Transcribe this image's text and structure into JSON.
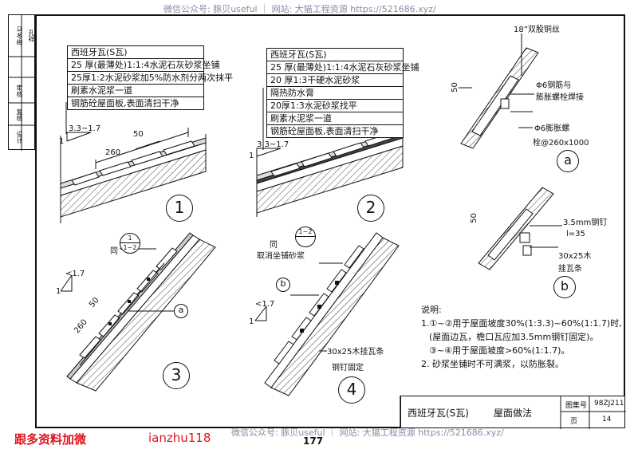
{
  "watermark_top": "微信公众号: 豚贝useful ｜ 网站: 大猫工程资源 https://521686.xyz/",
  "watermark_bottom": "微信公众号: 豚贝useful ｜ 网站: 大猫工程资源 https://521686.xyz/",
  "left_strip": [
    "马冬梅",
    "孔祥",
    "审核",
    "复核",
    "设计"
  ],
  "detail1": {
    "legend": [
      "西班牙瓦(S瓦)",
      "25 厚(最薄处)1:1:4水泥石灰砂浆坐铺",
      "25厚1:2水泥砂浆加5%防水剂分两次抹平",
      "刷素水泥浆一道",
      "钢筋砼屋面板,表面清扫干净"
    ],
    "slope": "3.3~1.7",
    "one": "1",
    "dim_a": "260",
    "dim_b": "50",
    "number": "1"
  },
  "detail2": {
    "legend": [
      "西班牙瓦(S瓦)",
      "25 厚(最薄处)1:1:4水泥石灰砂浆坐铺",
      "20 厚1:3干硬水泥砂浆",
      "隔热防水膏",
      "20厚1:3水泥砂浆找平",
      "刷素水泥浆一道",
      "钢筋砼屋面板,表面清扫干净"
    ],
    "slope": "3.3~1.7",
    "one": "1",
    "number": "2"
  },
  "detail3": {
    "same_label": "同",
    "ref_top": "1",
    "ref_bot": "1~2",
    "slope": "<1.7",
    "one": "1",
    "dim_a": "50",
    "dim_b": "260",
    "tag": "a",
    "number": "3"
  },
  "detail4": {
    "same_label": "同",
    "ref_top": "1~2",
    "ref_bot": "",
    "cancel": "取消坐铺砂浆",
    "tag": "b",
    "slope": "<1.7",
    "one": "1",
    "batten": "30x25木挂瓦条",
    "nail": "钢钉固定",
    "number": "4"
  },
  "detail_a": {
    "wire": "18”双股铜丝",
    "rebar1": "Φ6钢筋与",
    "rebar2": "膨胀螺栓焊接",
    "bolt": "Φ6膨胀螺",
    "spacing": "栓@260x1000",
    "dim": "50",
    "tag": "a"
  },
  "detail_b": {
    "nail": "3.5mm钢钉",
    "len": "l=35",
    "wood1": "30x25木",
    "wood2": "挂瓦条",
    "dim": "50",
    "tag": "b"
  },
  "notes": {
    "title": "说明:",
    "l1": "1.①~②用于屋面坡度30%(1:3.3)~60%(1:1.7)时,",
    "l2": "(屋面边瓦，檐口瓦应加3.5mm钢钉固定)。",
    "l3": "③~④用于屋面坡度>60%(1:1.7)。",
    "l4": "2. 砂浆坐铺时不可满浆，以防胀裂。"
  },
  "title_block": {
    "name": "西班牙瓦(S瓦)",
    "subject": "屋面做法",
    "atlas_label": "图集号",
    "atlas_no": "98ZJ211",
    "page_label": "页",
    "page_no": "14"
  },
  "footer": {
    "red_left": "跟多资料加微",
    "red_right": "ianzhu118",
    "page": "177"
  }
}
